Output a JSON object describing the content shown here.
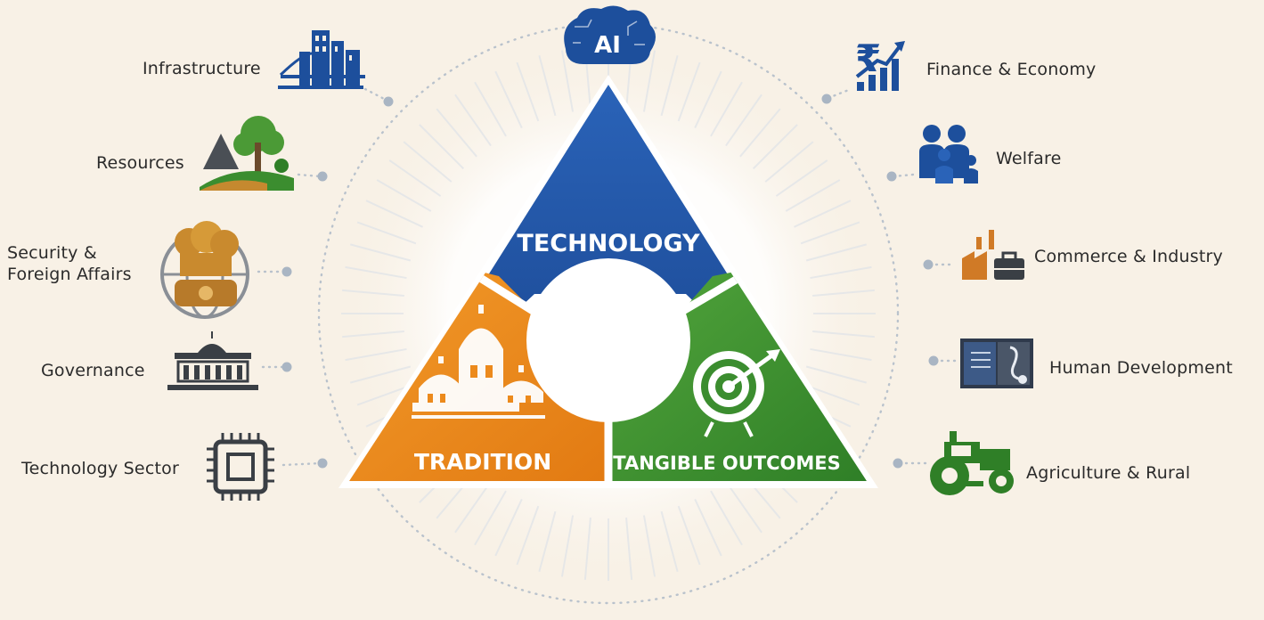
{
  "center": {
    "top_segment": "TECHNOLOGY",
    "left_segment": "TRADITION",
    "right_segment": "TANGIBLE OUTCOMES",
    "badge": "AI"
  },
  "left_items": [
    {
      "label": "Infrastructure",
      "icon": "bridge-buildings-icon"
    },
    {
      "label": "Resources",
      "icon": "tree-landscape-icon"
    },
    {
      "label": "Security &\nForeign Affairs",
      "icon": "national-emblem-icon"
    },
    {
      "label": "Governance",
      "icon": "parliament-building-icon"
    },
    {
      "label": "Technology Sector",
      "icon": "microchip-icon"
    }
  ],
  "right_items": [
    {
      "label": "Finance & Economy",
      "icon": "rupee-growth-chart-icon"
    },
    {
      "label": "Welfare",
      "icon": "family-icon"
    },
    {
      "label": "Commerce & Industry",
      "icon": "factory-briefcase-icon"
    },
    {
      "label": "Human Development",
      "icon": "book-stethoscope-icon"
    },
    {
      "label": "Agriculture & Rural",
      "icon": "tractor-icon"
    }
  ],
  "colors": {
    "background": "#f8f1e6",
    "technology": "#1d4f9c",
    "tradition": "#ec8a1c",
    "outcomes": "#3b8d2f",
    "text": "#2b2b2b",
    "dots": "#a9b5c3"
  }
}
